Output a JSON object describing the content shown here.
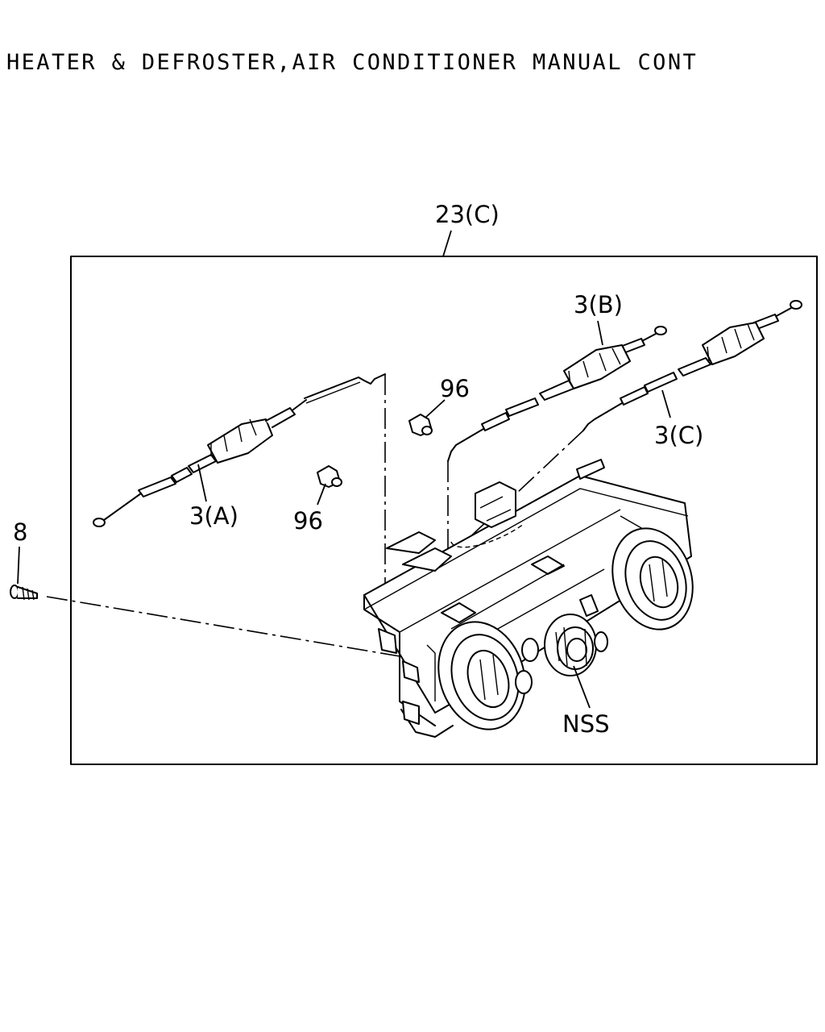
{
  "title": "HEATER & DEFROSTER,AIR CONDITIONER MANUAL CONT",
  "callouts": {
    "assembly": "23(C)",
    "cable_a": "3(A)",
    "cable_b": "3(B)",
    "cable_c": "3(C)",
    "knob_upper": "96",
    "knob_lower": "96",
    "screw": "8",
    "nss": "NSS"
  }
}
